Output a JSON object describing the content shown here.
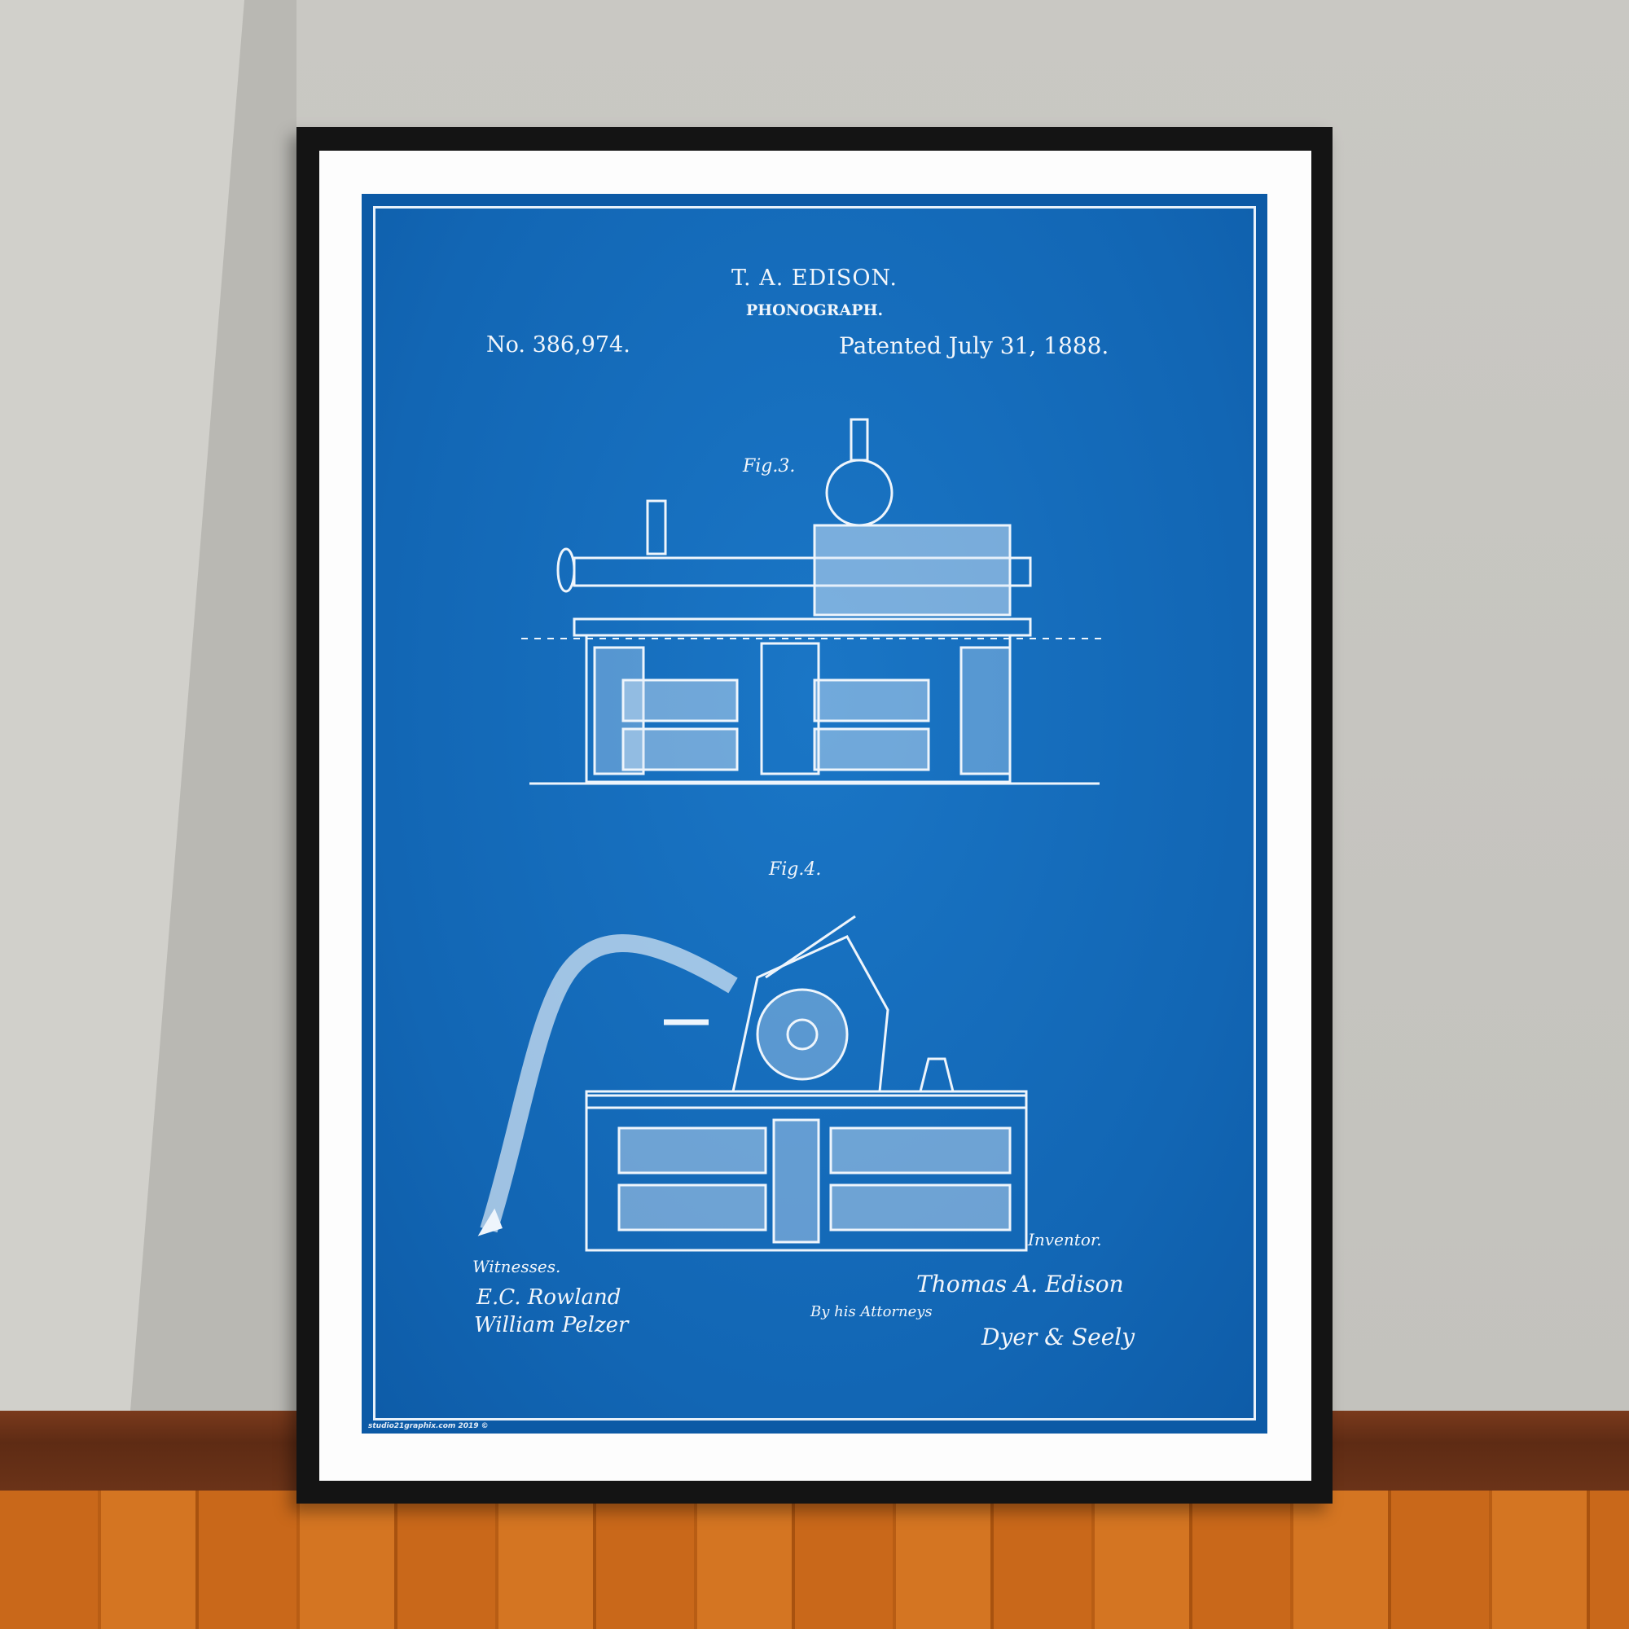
{
  "poster": {
    "inventor": "T. A. EDISON.",
    "title": "PHONOGRAPH.",
    "patent_number": "No. 386,974.",
    "patent_date": "Patented July 31, 1888.",
    "fig3_label": "Fig.3.",
    "fig4_label": "Fig.4.",
    "witnesses_label": "Witnesses.",
    "inventor_label": "Inventor.",
    "witness_1": "E.C. Rowland",
    "witness_2": "William Pelzer",
    "inventor_signature": "Thomas A. Edison",
    "attorneys_label": "By his Attorneys",
    "attorneys_signature": "Dyer & Seely",
    "credit": "studio21graphix.com 2019 ©"
  },
  "colors": {
    "blueprint": "#1266b4",
    "border": "#0c5aa6",
    "wall": "#c6c5c0",
    "floor": "#c9681a"
  }
}
